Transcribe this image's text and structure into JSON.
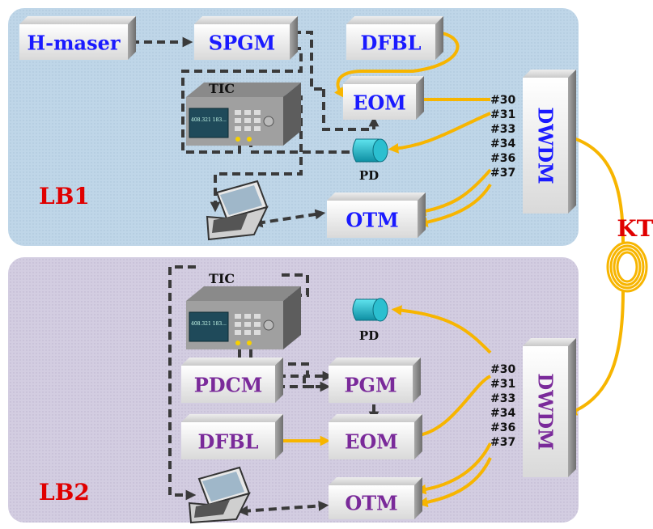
{
  "colors": {
    "lab1_bg": "#bcd4e6",
    "lab2_bg": "#d2cce0",
    "lab1_text": "#1a1aff",
    "lab2_text": "#7a2a9a",
    "lab_label": "#e00000",
    "fiber": "#f7b500",
    "coax": "#3a3a3a"
  },
  "link_label": "KT",
  "lab1": {
    "label": "LB1",
    "boxes": {
      "hmaser": "H-maser",
      "spgm": "SPGM",
      "dfbl": "DFBL",
      "eom": "EOM",
      "otm": "OTM",
      "dwdm": "DWDM"
    },
    "tic": "TIC",
    "tic_screen_text": "408.321 183...",
    "pd": "PD",
    "ports": [
      "#30",
      "#31",
      "#33",
      "#34",
      "#36",
      "#37"
    ]
  },
  "lab2": {
    "label": "LB2",
    "boxes": {
      "pdcm": "PDCM",
      "pgm": "PGM",
      "dfbl": "DFBL",
      "eom": "EOM",
      "otm": "OTM",
      "dwdm": "DWDM"
    },
    "tic": "TIC",
    "tic_screen_text": "408.321 183...",
    "pd": "PD",
    "ports": [
      "#30",
      "#31",
      "#33",
      "#34",
      "#36",
      "#37"
    ]
  }
}
